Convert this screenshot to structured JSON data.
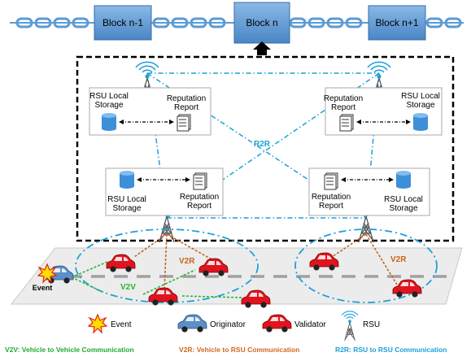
{
  "blockchain": {
    "blocks": [
      "Block n-1",
      "Block n",
      "Block n+1"
    ]
  },
  "rsu_units": [
    {
      "storage": [
        "RSU Local",
        "Storage"
      ],
      "report": [
        "Reputation",
        "Report"
      ]
    },
    {
      "storage": [
        "RSU Local",
        "Storage"
      ],
      "report": [
        "Reputation",
        "Report"
      ]
    },
    {
      "storage": [
        "RSU Local",
        "Storage"
      ],
      "report": [
        "Reputation",
        "Report"
      ]
    },
    {
      "storage": [
        "RSU Local",
        "Storage"
      ],
      "report": [
        "Reputation",
        "Report"
      ]
    }
  ],
  "link_labels": {
    "r2r": "R2R",
    "v2r": "V2R",
    "v2v": "V2V"
  },
  "event_label": "Event",
  "legend": [
    {
      "icon": "event-icon",
      "label": "Event"
    },
    {
      "icon": "originator-car-icon",
      "label": "Originator"
    },
    {
      "icon": "validator-car-icon",
      "label": "Validator"
    },
    {
      "icon": "rsu-tower-icon",
      "label": "RSU"
    }
  ],
  "footer": [
    {
      "text": "V2V: Vehicle to Vehicle Communication",
      "color": "#22aa33"
    },
    {
      "text": "V2R: Vehicle to RSU Communication",
      "color": "#d2691e"
    },
    {
      "text": "R2R: RSU to RSU Communication",
      "color": "#1ea0d8"
    }
  ],
  "colors": {
    "block_fill": "#5b9bd5",
    "chain": "#5b9bd5",
    "r2r": "#1ea0d8",
    "v2r": "#c8641e",
    "v2v": "#2ab534",
    "originator": "#5b8fc8",
    "validator": "#e0141e"
  }
}
